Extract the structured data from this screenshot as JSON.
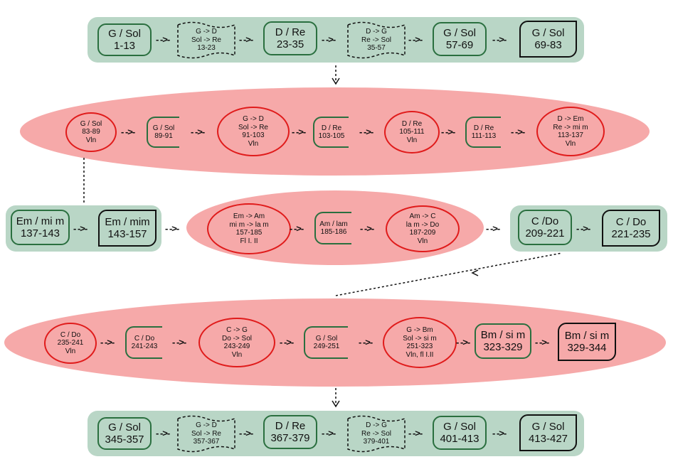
{
  "rows": [
    {
      "nodes": [
        {
          "lines": [
            "G / Sol",
            "1-13"
          ]
        },
        {
          "lines": [
            "G -> D",
            "Sol -> Re",
            "13-23"
          ]
        },
        {
          "lines": [
            "D / Re",
            "23-35"
          ]
        },
        {
          "lines": [
            "D -> G",
            "Re -> Sol",
            "35-57"
          ]
        },
        {
          "lines": [
            "G / Sol",
            "57-69"
          ]
        },
        {
          "lines": [
            "G / Sol",
            "69-83"
          ]
        }
      ]
    },
    {
      "nodes": [
        {
          "lines": [
            "G / Sol",
            "83-89",
            "Vln"
          ]
        },
        {
          "lines": [
            "G / Sol",
            "89-91"
          ]
        },
        {
          "lines": [
            "G -> D",
            "Sol -> Re",
            "91-103",
            "Vln"
          ]
        },
        {
          "lines": [
            "D / Re",
            "103-105"
          ]
        },
        {
          "lines": [
            "D / Re",
            "105-111",
            "Vln"
          ]
        },
        {
          "lines": [
            "D / Re",
            "111-113"
          ]
        },
        {
          "lines": [
            "D -> Em",
            "Re -> mi m",
            "113-137",
            "Vln"
          ]
        }
      ]
    },
    {
      "left": [
        {
          "lines": [
            "Em / mi m",
            "137-143"
          ]
        },
        {
          "lines": [
            "Em / mim",
            "143-157"
          ]
        }
      ],
      "middle": [
        {
          "lines": [
            "Em -> Am",
            "mi m -> la m",
            "157-185",
            "Fl I. II"
          ]
        },
        {
          "lines": [
            "Am / lam",
            "185-186"
          ]
        },
        {
          "lines": [
            "Am -> C",
            "la m -> Do",
            "187-209",
            "Vln"
          ]
        }
      ],
      "right": [
        {
          "lines": [
            "C /Do",
            "209-221"
          ]
        },
        {
          "lines": [
            "C / Do",
            "221-235"
          ]
        }
      ]
    },
    {
      "nodes": [
        {
          "lines": [
            "C / Do",
            "235-241",
            "Vln"
          ]
        },
        {
          "lines": [
            "C / Do",
            "241-243"
          ]
        },
        {
          "lines": [
            "C -> G",
            "Do -> Sol",
            "243-249",
            "Vln"
          ]
        },
        {
          "lines": [
            "G / Sol",
            "249-251"
          ]
        },
        {
          "lines": [
            "G -> Bm",
            "Sol -> si m",
            "251-323",
            "Vln, fl I.II"
          ]
        },
        {
          "lines": [
            "Bm / si m",
            "323-329"
          ]
        },
        {
          "lines": [
            "Bm / si m",
            "329-344"
          ]
        }
      ]
    },
    {
      "nodes": [
        {
          "lines": [
            "G / Sol",
            "345-357"
          ]
        },
        {
          "lines": [
            "G -> D",
            "Sol -> Re",
            "357-367"
          ]
        },
        {
          "lines": [
            "D / Re",
            "367-379"
          ]
        },
        {
          "lines": [
            "D -> G",
            "Re -> Sol",
            "379-401"
          ]
        },
        {
          "lines": [
            "G / Sol",
            "401-413"
          ]
        },
        {
          "lines": [
            "G / Sol",
            "413-427"
          ]
        }
      ]
    }
  ],
  "colors": {
    "green_band": "#b9d6c6",
    "pink_band": "#f6a9a9",
    "green_border": "#2a6f3f",
    "red_border": "#e01b1b",
    "black_border": "#111111"
  }
}
